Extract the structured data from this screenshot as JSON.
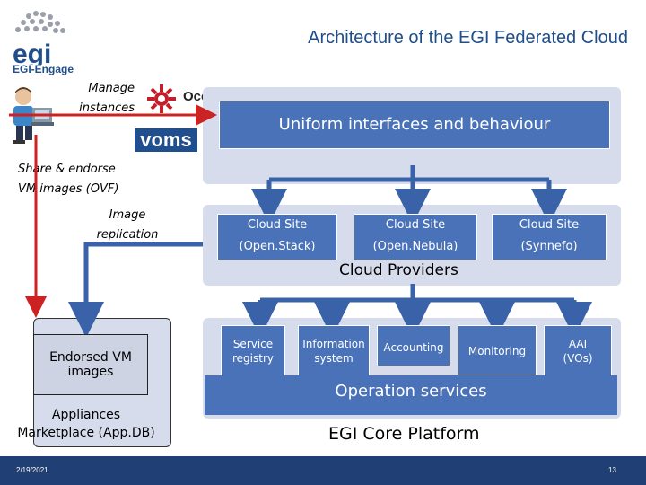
{
  "title": "Architecture of the EGI Federated Cloud",
  "logo": {
    "name": "egi",
    "subtitle": "EGI-Engage"
  },
  "labels": {
    "manage": [
      "Manage",
      "instances"
    ],
    "share": [
      "Share & endorse",
      "VM images (OVF)"
    ],
    "replication": [
      "Image",
      "replication"
    ]
  },
  "occi": "Occi",
  "voms": "voms",
  "uniform": "Uniform interfaces and behaviour",
  "cloud_sites": [
    {
      "line1": "Cloud Site",
      "line2": "(Open.Stack)"
    },
    {
      "line1": "Cloud Site",
      "line2": "(Open.Nebula)"
    },
    {
      "line1": "Cloud Site",
      "line2": "(Synnefo)"
    }
  ],
  "cloud_providers": "Cloud Providers",
  "services": [
    {
      "line1": "Service",
      "line2": "registry"
    },
    {
      "line1": "Information",
      "line2": "system"
    },
    {
      "line1": "Accounting",
      "line2": ""
    },
    {
      "line1": "Monitoring",
      "line2": ""
    },
    {
      "line1": "AAI",
      "line2": "(VOs)"
    }
  ],
  "operation_services": "Operation services",
  "core_platform": "EGI Core Platform",
  "endorsed": [
    "Endorsed VM",
    "images"
  ],
  "marketplace": [
    "Appliances",
    "Marketplace (App.DB)"
  ],
  "footer": {
    "date": "2/19/2021",
    "page": "13"
  },
  "colors": {
    "panel": "#d6dcec",
    "box": "#4a72b8",
    "arrow_red": "#cc2222",
    "arrow_blue": "#3a62a8",
    "footer": "#1f3f75"
  }
}
